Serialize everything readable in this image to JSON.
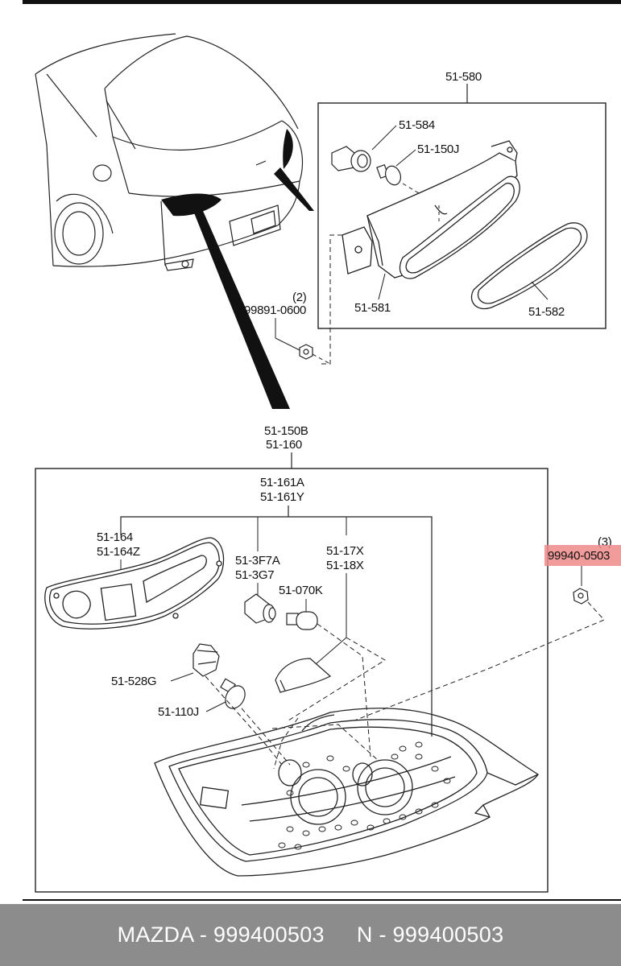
{
  "labels": {
    "assy_580": "51-580",
    "socket_584": "51-584",
    "bulb_150j": "51-150J",
    "housing_581": "51-581",
    "gasket_582": "51-582",
    "nut_qty_top": "(2)",
    "nut_top": "99891-0600",
    "lamp_150b": "51-150B",
    "lamp_160": "51-160",
    "set_161a": "51-161A",
    "set_161y": "51-161Y",
    "gasket_164": "51-164",
    "gasket_164z": "51-164Z",
    "socket_3f7a": "51-3F7A",
    "socket_3g7": "51-3G7",
    "bulb_070k": "51-070K",
    "reflector_17x": "51-17X",
    "reflector_18x": "51-18X",
    "socket_528g": "51-528G",
    "bulb_110j": "51-110J",
    "nut_qty_right": "(3)",
    "nut_right": "99940-0503"
  },
  "highlight_color": "#f08a8a",
  "footer": {
    "brand_part": "MAZDA - 999400503",
    "number_part": "N - 999400503"
  }
}
